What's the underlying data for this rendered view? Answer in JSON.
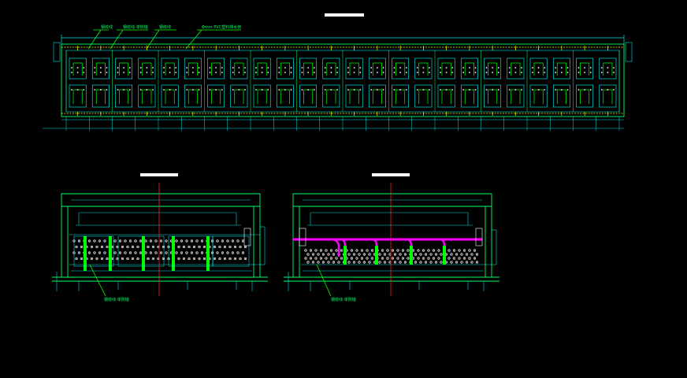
{
  "colors": {
    "background": "#000000",
    "frame": "#00ff66",
    "dimension": "#00e0e0",
    "rebar": "#ffffff",
    "tendon": "#ff00ff",
    "axis": "#ff2020",
    "leader": "#00ff00",
    "accent": "#ffff00",
    "cell": "#00ffff"
  },
  "plan": {
    "title": "",
    "callouts": [
      "钢绞线",
      "钢绞线-单侧锚",
      "钢绞线",
      "Φmm PVC塑料排水管"
    ],
    "top_dimension": "",
    "left_label": "",
    "bottom_label": "",
    "cells": 24
  },
  "section_left": {
    "title": "",
    "callout": "钢绞线-单侧锚",
    "vertical_bars": 5
  },
  "section_right": {
    "title": "",
    "callout": "钢绞线-单侧锚",
    "tendon_bumps": 4
  }
}
